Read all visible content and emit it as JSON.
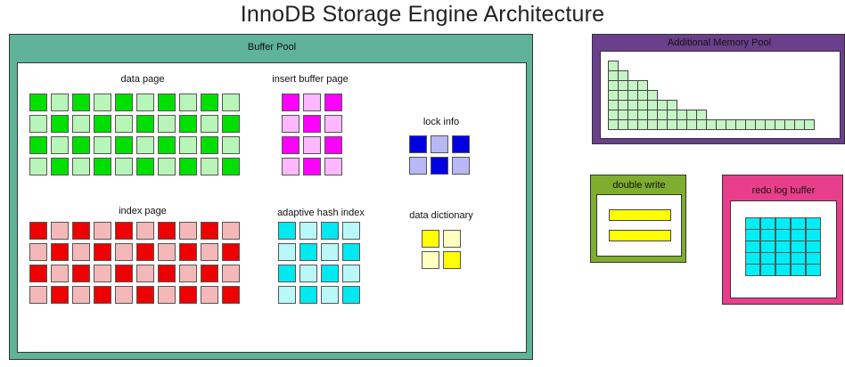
{
  "title": "InnoDB Storage Engine Architecture",
  "buffer_pool": {
    "label": "Buffer Pool",
    "sections": {
      "data_page": {
        "label": "data page",
        "rows": 4,
        "cols": 10,
        "colors": [
          "#00e000",
          "#b8f5b8"
        ]
      },
      "insert_buffer_page": {
        "label": "insert buffer page",
        "rows": 4,
        "cols": 3,
        "colors": [
          "#ff00ff",
          "#ffb8ff"
        ]
      },
      "lock_info": {
        "label": "lock info",
        "rows": 2,
        "cols": 3,
        "colors": [
          "#0000e0",
          "#b8b8f5"
        ]
      },
      "index_page": {
        "label": "index page",
        "rows": 4,
        "cols": 10,
        "colors": [
          "#ee0000",
          "#f5b8b8"
        ]
      },
      "adaptive_hash_index": {
        "label": "adaptive hash index",
        "rows": 4,
        "cols": 4,
        "colors": [
          "#00e8f0",
          "#b8f8f8"
        ]
      },
      "data_dictionary": {
        "label": "data dictionary",
        "rows": 2,
        "cols": 2,
        "colors": [
          "#ffff00",
          "#ffffc0"
        ]
      }
    }
  },
  "additional_memory_pool": {
    "label": "Additional Memory Pool",
    "fill": "#c5f5c5",
    "column_heights": [
      7,
      6,
      5,
      5,
      4,
      3,
      3,
      2,
      2,
      2,
      1,
      1,
      1,
      1,
      1,
      1,
      1,
      1,
      1,
      1,
      1
    ]
  },
  "double_write": {
    "label": "double write",
    "bars": 2
  },
  "redo_log_buffer": {
    "label": "redo log buffer",
    "rows": 5,
    "cols": 5,
    "fill": "#00eef5"
  },
  "colors": {
    "buffer_pool_frame": "#5fb398",
    "amp_frame": "#6a3f8c",
    "double_write_frame": "#7fad2e",
    "redo_frame": "#e83e8c",
    "dw_bar": "#ffff00"
  }
}
